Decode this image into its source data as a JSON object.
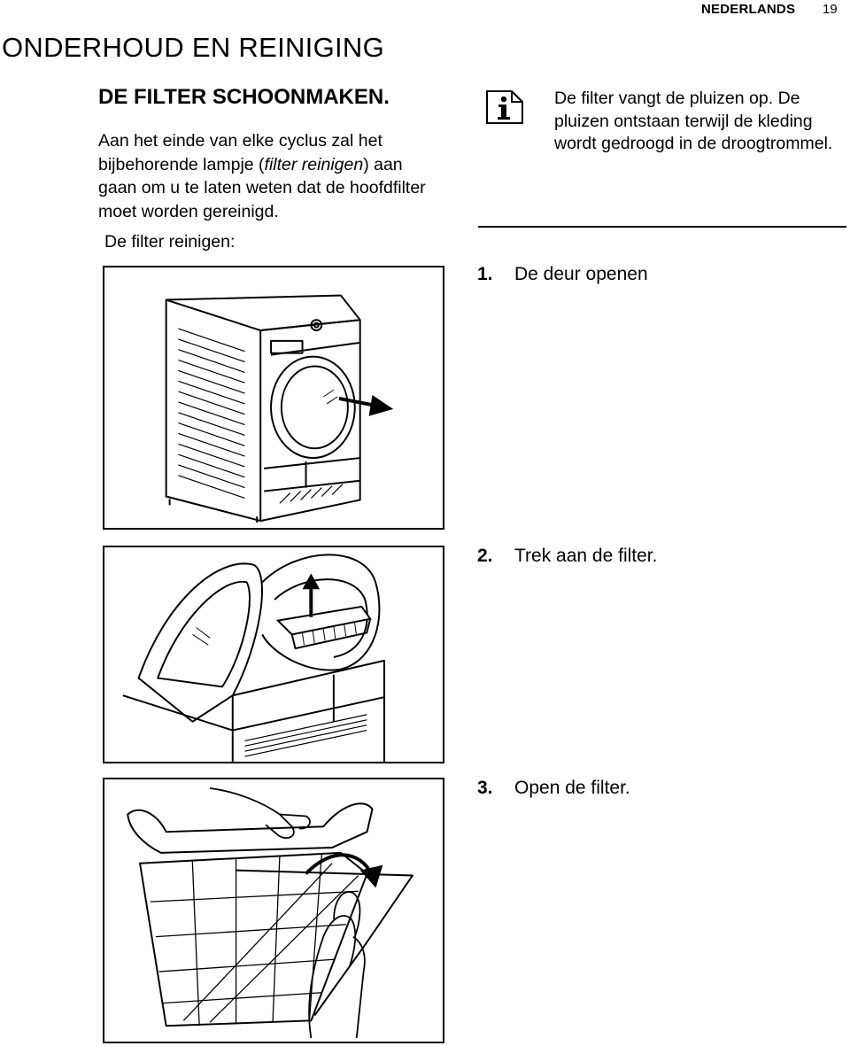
{
  "header": {
    "language": "NEDERLANDS",
    "page_number": "19"
  },
  "section_title": "ONDERHOUD EN REINIGING",
  "subsection_title": "DE FILTER SCHOONMAKEN.",
  "intro": {
    "before": "Aan het einde van elke cyclus zal het bijbehorende lampje (",
    "emphasis": "filter reinigen",
    "after": ") aan gaan om u te laten weten dat de hoofdfilter moet worden gereinigd."
  },
  "clean_label": "De filter reinigen:",
  "info_note": "De filter vangt de pluizen op. De pluizen ontstaan terwijl de kleding wordt gedroogd in de droogtrommel.",
  "steps": [
    {
      "number": "1.",
      "text": "De deur openen"
    },
    {
      "number": "2.",
      "text": "Trek aan de filter."
    },
    {
      "number": "3.",
      "text": "Open de filter."
    }
  ],
  "icons": {
    "info": "info-icon"
  }
}
